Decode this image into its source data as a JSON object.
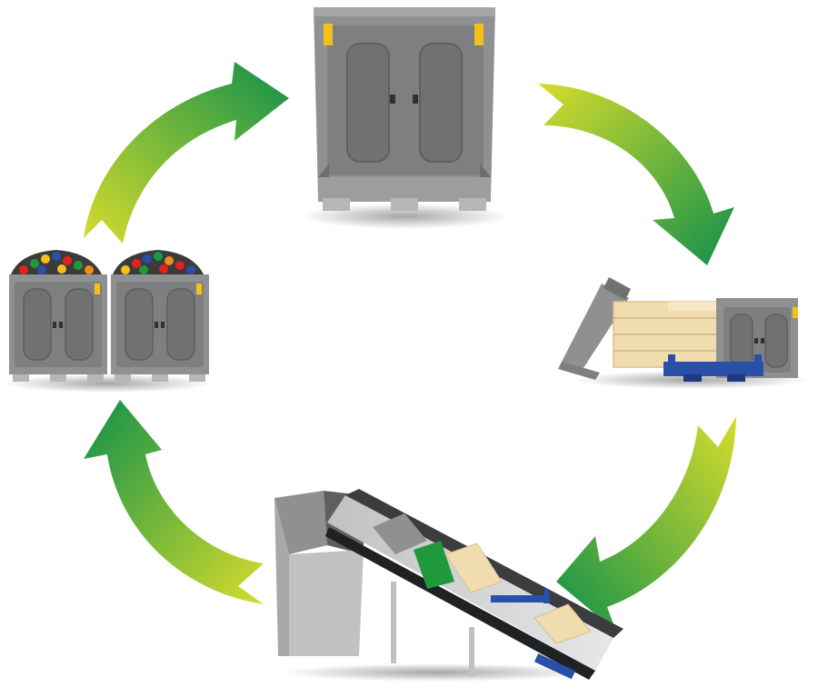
{
  "diagram": {
    "type": "cycle",
    "stages": [
      {
        "icon": "collapsible-bulk-container-icon",
        "position_word": "top"
      },
      {
        "icon": "container-tipping-pallets-icon",
        "position_word": "right"
      },
      {
        "icon": "shredder-conveyor-icon",
        "position_word": "bottom"
      },
      {
        "icon": "containers-filled-with-pellets-icon",
        "position_word": "left"
      }
    ],
    "arrows": [
      {
        "from": "top",
        "to": "right",
        "direction": "clockwise"
      },
      {
        "from": "right",
        "to": "bottom",
        "direction": "clockwise"
      },
      {
        "from": "bottom",
        "to": "left",
        "direction": "clockwise"
      },
      {
        "from": "left",
        "to": "top",
        "direction": "clockwise"
      }
    ],
    "colors": {
      "arrow_light": "#c8d42a",
      "arrow_dark": "#12914a",
      "container_body": "#8e9092",
      "container_panel": "#6f7173",
      "pallet_wood": "#f1dcb0",
      "accent_blue": "#2a4fa8",
      "accent_green": "#1f9a3a",
      "label_yellow": "#f2c21b"
    }
  }
}
